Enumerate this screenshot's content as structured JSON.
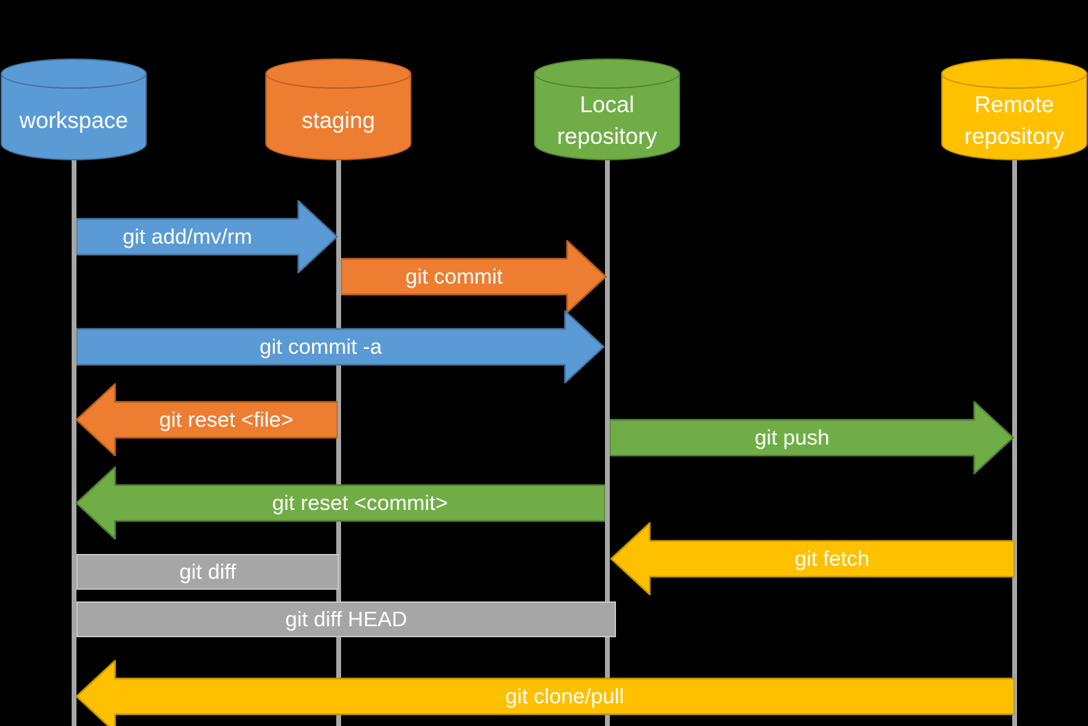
{
  "colors": {
    "blue": "#5B9BD5",
    "orange": "#ED7D31",
    "green": "#70AD47",
    "yellow": "#FFC000",
    "gray": "#A6A6A6",
    "background": "#000000",
    "text": "#FFFFFF"
  },
  "nodes": [
    {
      "id": "workspace",
      "label": "workspace",
      "color": "blue"
    },
    {
      "id": "staging",
      "label": "staging",
      "color": "orange"
    },
    {
      "id": "local-repository",
      "label": "Local\nrepository",
      "color": "green"
    },
    {
      "id": "remote-repository",
      "label": "Remote\nrepository",
      "color": "yellow"
    }
  ],
  "commands": [
    {
      "label": "git add/mv/rm",
      "from": "workspace",
      "to": "staging",
      "color": "blue",
      "shape": "arrow-right"
    },
    {
      "label": "git commit",
      "from": "staging",
      "to": "local-repository",
      "color": "orange",
      "shape": "arrow-right"
    },
    {
      "label": "git commit -a",
      "from": "workspace",
      "to": "local-repository",
      "color": "blue",
      "shape": "arrow-right"
    },
    {
      "label": "git reset <file>",
      "from": "staging",
      "to": "workspace",
      "color": "orange",
      "shape": "arrow-left"
    },
    {
      "label": "git push",
      "from": "local-repository",
      "to": "remote-repository",
      "color": "green",
      "shape": "arrow-right"
    },
    {
      "label": "git reset <commit>",
      "from": "local-repository",
      "to": "workspace",
      "color": "green",
      "shape": "arrow-left"
    },
    {
      "label": "git fetch",
      "from": "remote-repository",
      "to": "local-repository",
      "color": "yellow",
      "shape": "arrow-left"
    },
    {
      "label": "git diff",
      "from": "workspace",
      "to": "staging",
      "color": "gray",
      "shape": "bar"
    },
    {
      "label": "git diff HEAD",
      "from": "workspace",
      "to": "local-repository",
      "color": "gray",
      "shape": "bar"
    },
    {
      "label": "git clone/pull",
      "from": "remote-repository",
      "to": "workspace",
      "color": "yellow",
      "shape": "arrow-left"
    }
  ]
}
